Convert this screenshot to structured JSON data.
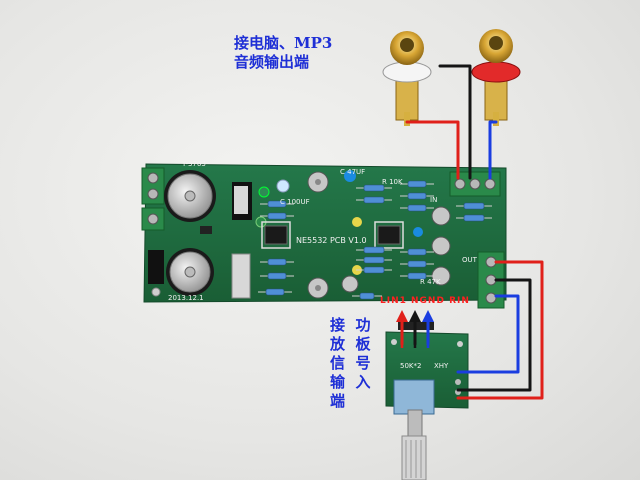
{
  "captions": {
    "input_line1": "接电脑、MP3",
    "input_line2": "音频输出端",
    "output_line1": "接  功",
    "output_line2": "放  板",
    "output_line3": "信  号",
    "output_line4": "输  入",
    "output_line5": "端"
  },
  "board_labels": {
    "model": "Y-3763",
    "date": "2013.12.1",
    "opamp": "NE5532 PCB V1.0",
    "pot": "50K*2",
    "brand": "XHY",
    "in": "IN",
    "out": "OUT",
    "cap1": "C 100UF",
    "cap2": "C 47UF",
    "res1": "R 10K",
    "res2": "R 47K",
    "red_marking": "LIN1 NGND RIN"
  },
  "colors": {
    "pcb_green": "#1f6b3a",
    "wire_red": "#e0201a",
    "wire_black": "#151515",
    "wire_blue": "#1a3de0",
    "caption_blue": "#1e2fd6"
  }
}
